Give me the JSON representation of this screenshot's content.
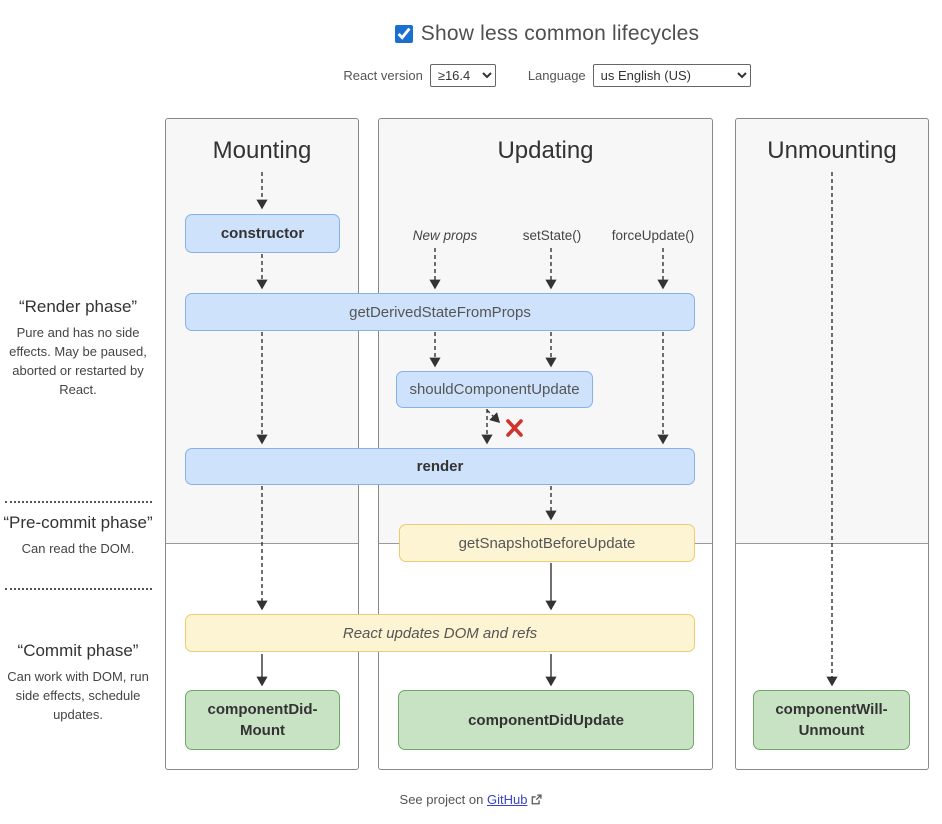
{
  "header": {
    "checkbox_label": "Show less common lifecycles",
    "checkbox_checked": true,
    "react_version_label": "React version",
    "react_version_value": "≥16.4",
    "language_label": "Language",
    "language_value": "us English (US)"
  },
  "diagram": {
    "columns": {
      "mounting": {
        "title": "Mounting"
      },
      "updating": {
        "title": "Updating",
        "triggers": {
          "new_props": "New props",
          "set_state": "setState()",
          "force_update": "forceUpdate()"
        }
      },
      "unmounting": {
        "title": "Unmounting"
      }
    },
    "nodes": {
      "constructor": "constructor",
      "get_derived_state_from_props": "getDerivedStateFromProps",
      "should_component_update": "shouldComponentUpdate",
      "render": "render",
      "get_snapshot_before_update": "getSnapshotBeforeUpdate",
      "react_updates_dom": "React updates DOM and refs",
      "component_did_mount": "componentDid-\nMount",
      "component_did_update": "componentDidUpdate",
      "component_will_unmount": "componentWill-\nUnmount"
    },
    "phases": {
      "render": {
        "title": "“Render phase”",
        "description": "Pure and has no side effects. May be paused, aborted or restarted by React."
      },
      "pre_commit": {
        "title": "“Pre-commit phase”",
        "description": "Can read the DOM."
      },
      "commit": {
        "title": "“Commit phase”",
        "description": "Can work with DOM, run side effects, schedule updates."
      }
    }
  },
  "footer": {
    "prefix": "See project on ",
    "link_label": "GitHub"
  },
  "colors": {
    "node_blue_bg": "#cfe2fc",
    "node_blue_border": "#85b2ea",
    "node_yellow_bg": "#fdf4d4",
    "node_yellow_border": "#ecca6e",
    "node_green_bg": "#c8e2c4",
    "node_green_border": "#6fa965",
    "arrow": "#333333",
    "skip_cross": "#ce352c",
    "link": "#3a45c2",
    "checkbox_accent": "#1b6fd0",
    "column_top_bg": "#f7f7f7"
  }
}
